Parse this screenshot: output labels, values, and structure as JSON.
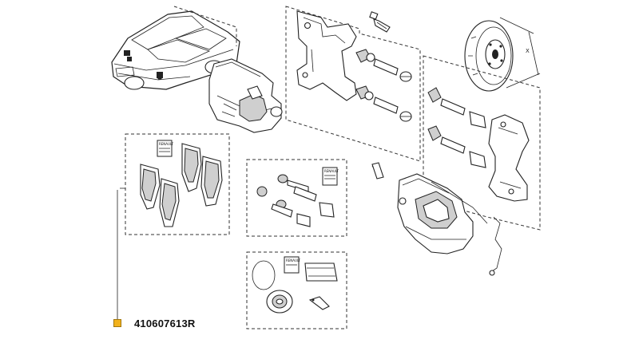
{
  "part_reference": {
    "marker": "",
    "number": "410607613R",
    "marker_color": "#f2b21c"
  },
  "kit_labels": {
    "pad_pack": "RENAULT",
    "pin_pack": "RENAULT",
    "seal_pack": "RENAULT"
  },
  "figure": {
    "axis_letter": "X"
  }
}
